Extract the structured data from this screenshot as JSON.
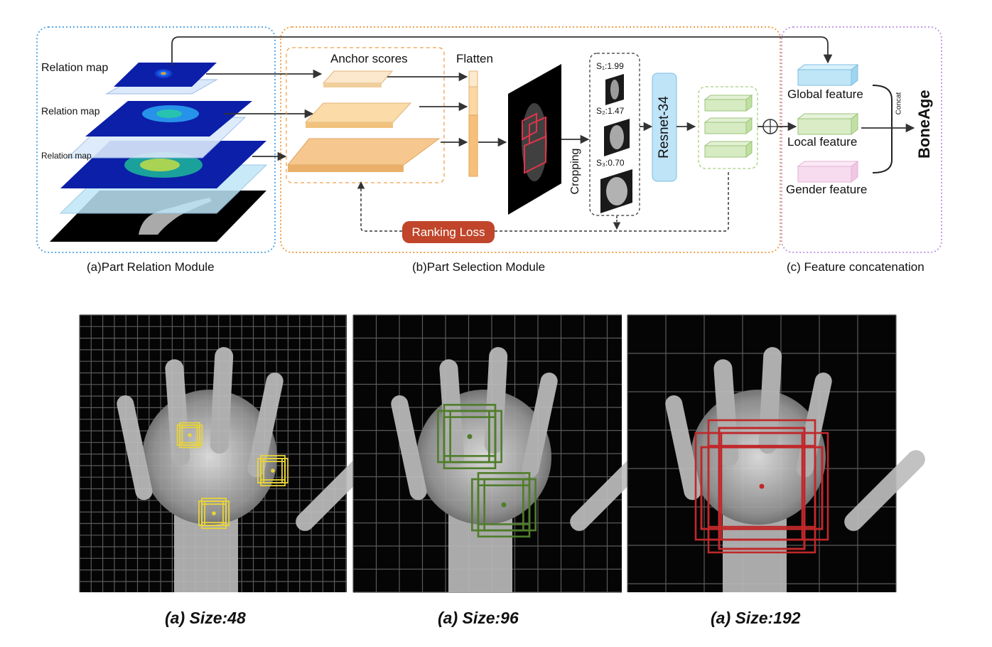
{
  "module_a": {
    "relation_map_1": "Relation map",
    "relation_map_2": "Relation map",
    "relation_map_3": "Relation map",
    "caption": "(a)Part Relation Module"
  },
  "module_b": {
    "anchor_scores": "Anchor scores",
    "flatten": "Flatten",
    "cropping": "Cropping",
    "score_1": "S₁:1.99",
    "score_2": "S₂:1.47",
    "score_3": "S₃:0.70",
    "resnet": "Resnet-34",
    "ranking_loss": "Ranking Loss",
    "caption": "(b)Part Selection Module"
  },
  "module_c": {
    "global_feature": "Global feature",
    "local_feature": "Local feature",
    "gender_feature": "Gender feature",
    "concat": "Concat",
    "boneage": "BoneAge",
    "caption": "(c) Feature concatenation"
  },
  "colors": {
    "module_a_border": "#5aa9e6",
    "module_b_border": "#f0a04b",
    "module_c_border": "#c39be8",
    "ranking_loss_bg": "#c0452a",
    "resnet_bg": "#bfe4f7",
    "global_feature": "#bfe6f7",
    "local_feature": "#d9ecc6",
    "gender_feature": "#f7dcef",
    "anchor_box_48": "#e8d43a",
    "anchor_box_96": "#4f7d2a",
    "anchor_box_192": "#c0282a"
  },
  "panels": [
    {
      "caption": "(a) Size:48"
    },
    {
      "caption": "(a) Size:96"
    },
    {
      "caption": "(a) Size:192"
    }
  ]
}
